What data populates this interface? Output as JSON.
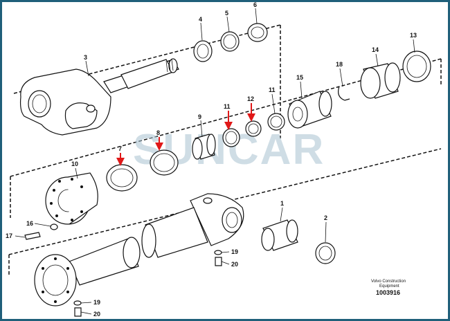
{
  "callouts": [
    {
      "id": "c1",
      "label": "1"
    },
    {
      "id": "c2",
      "label": "2"
    },
    {
      "id": "c3",
      "label": "3"
    },
    {
      "id": "c4",
      "label": "4"
    },
    {
      "id": "c5",
      "label": "5"
    },
    {
      "id": "c6",
      "label": "6"
    },
    {
      "id": "c7",
      "label": "7"
    },
    {
      "id": "c8",
      "label": "8"
    },
    {
      "id": "c9",
      "label": "9"
    },
    {
      "id": "c10",
      "label": "10"
    },
    {
      "id": "c11a",
      "label": "11"
    },
    {
      "id": "c11b",
      "label": "11"
    },
    {
      "id": "c12",
      "label": "12"
    },
    {
      "id": "c13",
      "label": "13"
    },
    {
      "id": "c14",
      "label": "14"
    },
    {
      "id": "c15",
      "label": "15"
    },
    {
      "id": "c16",
      "label": "16"
    },
    {
      "id": "c17",
      "label": "17"
    },
    {
      "id": "c18",
      "label": "18"
    },
    {
      "id": "c19a",
      "label": "19"
    },
    {
      "id": "c19b",
      "label": "19"
    },
    {
      "id": "c20a",
      "label": "20"
    },
    {
      "id": "c20b",
      "label": "20"
    }
  ],
  "watermark": "SUNCAR",
  "brand_line1": "Volvo Construction",
  "brand_line2": "Equipment",
  "document_number": "1003916",
  "colors": {
    "frame": "#1f5f7a",
    "highlight_arrow": "#e01818",
    "watermark": "#a9c3d1"
  }
}
